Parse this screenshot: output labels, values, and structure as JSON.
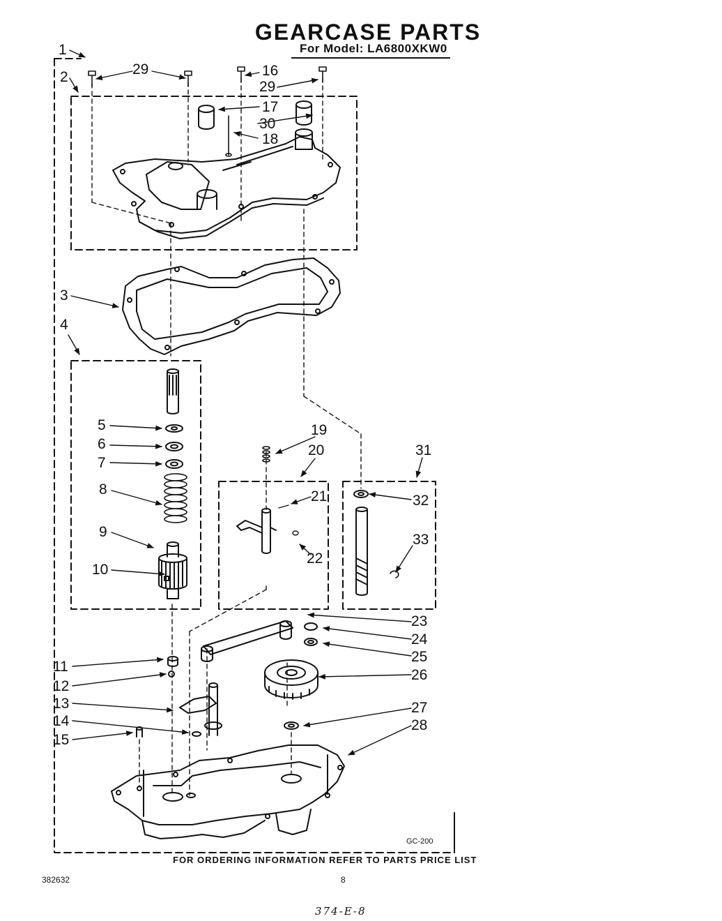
{
  "title": "GEARCASE PARTS",
  "model_line": "For Model: LA6800XKW0",
  "footer": "FOR ORDERING INFORMATION REFER TO PARTS PRICE LIST",
  "doc_number": "382632",
  "page_number": "8",
  "handwritten_note": "374-E-8",
  "diagram_code": "GC-200",
  "callouts": {
    "n1": "1",
    "n2": "2",
    "n3": "3",
    "n4": "4",
    "n5": "5",
    "n6": "6",
    "n7": "7",
    "n8": "8",
    "n9": "9",
    "n10": "10",
    "n11": "11",
    "n12": "12",
    "n13": "13",
    "n14": "14",
    "n15": "15",
    "n16": "16",
    "n17": "17",
    "n18": "18",
    "n19": "19",
    "n20": "20",
    "n21": "21",
    "n22": "22",
    "n23": "23",
    "n24": "24",
    "n25": "25",
    "n26": "26",
    "n27": "27",
    "n28": "28",
    "n29": "29",
    "n29b": "29",
    "n30": "30",
    "n31": "31",
    "n32": "32",
    "n33": "33"
  }
}
